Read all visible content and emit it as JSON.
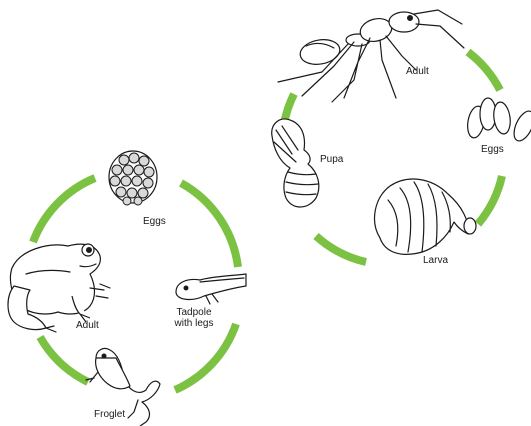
{
  "diagrams": {
    "frog": {
      "stages": {
        "eggs": "Eggs",
        "adult": "Adult",
        "tadpole": "Tadpole\nwith legs",
        "froglet": "Froglet"
      }
    },
    "ant": {
      "stages": {
        "adult": "Adult",
        "eggs": "Eggs",
        "larva": "Larva",
        "pupa": "Pupa"
      }
    }
  },
  "colors": {
    "arc_green": "#7cc242",
    "outline": "#1a1a1a",
    "background": "#ffffff"
  }
}
